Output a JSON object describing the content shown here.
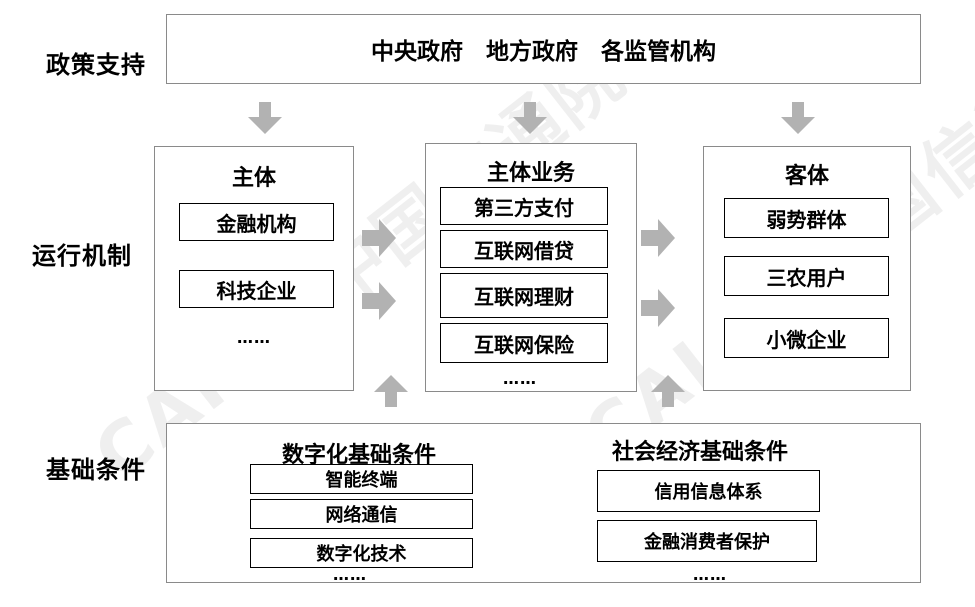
{
  "watermark": "CAICT 中国信通院",
  "rows": {
    "policy": "政策支持",
    "mechanism": "运行机制",
    "foundation": "基础条件"
  },
  "policy_box": "中央政府　地方政府　各监管机构",
  "subject": {
    "title": "主体",
    "items": [
      "金融机构",
      "科技企业"
    ],
    "more": "……"
  },
  "business": {
    "title": "主体业务",
    "items": [
      "第三方支付",
      "互联网借贷",
      "互联网理财",
      "互联网保险"
    ],
    "more": "……"
  },
  "object": {
    "title": "客体",
    "items": [
      "弱势群体",
      "三农用户",
      "小微企业"
    ]
  },
  "digital": {
    "title": "数字化基础条件",
    "items": [
      "智能终端",
      "网络通信",
      "数字化技术"
    ],
    "more": "……"
  },
  "socio": {
    "title": "社会经济基础条件",
    "items": [
      "信用信息体系",
      "金融消费者保护"
    ],
    "more": "……"
  },
  "colors": {
    "arrow": "#b2b2b2",
    "panel_border": "#8a8a8a",
    "box_border": "#000000"
  }
}
